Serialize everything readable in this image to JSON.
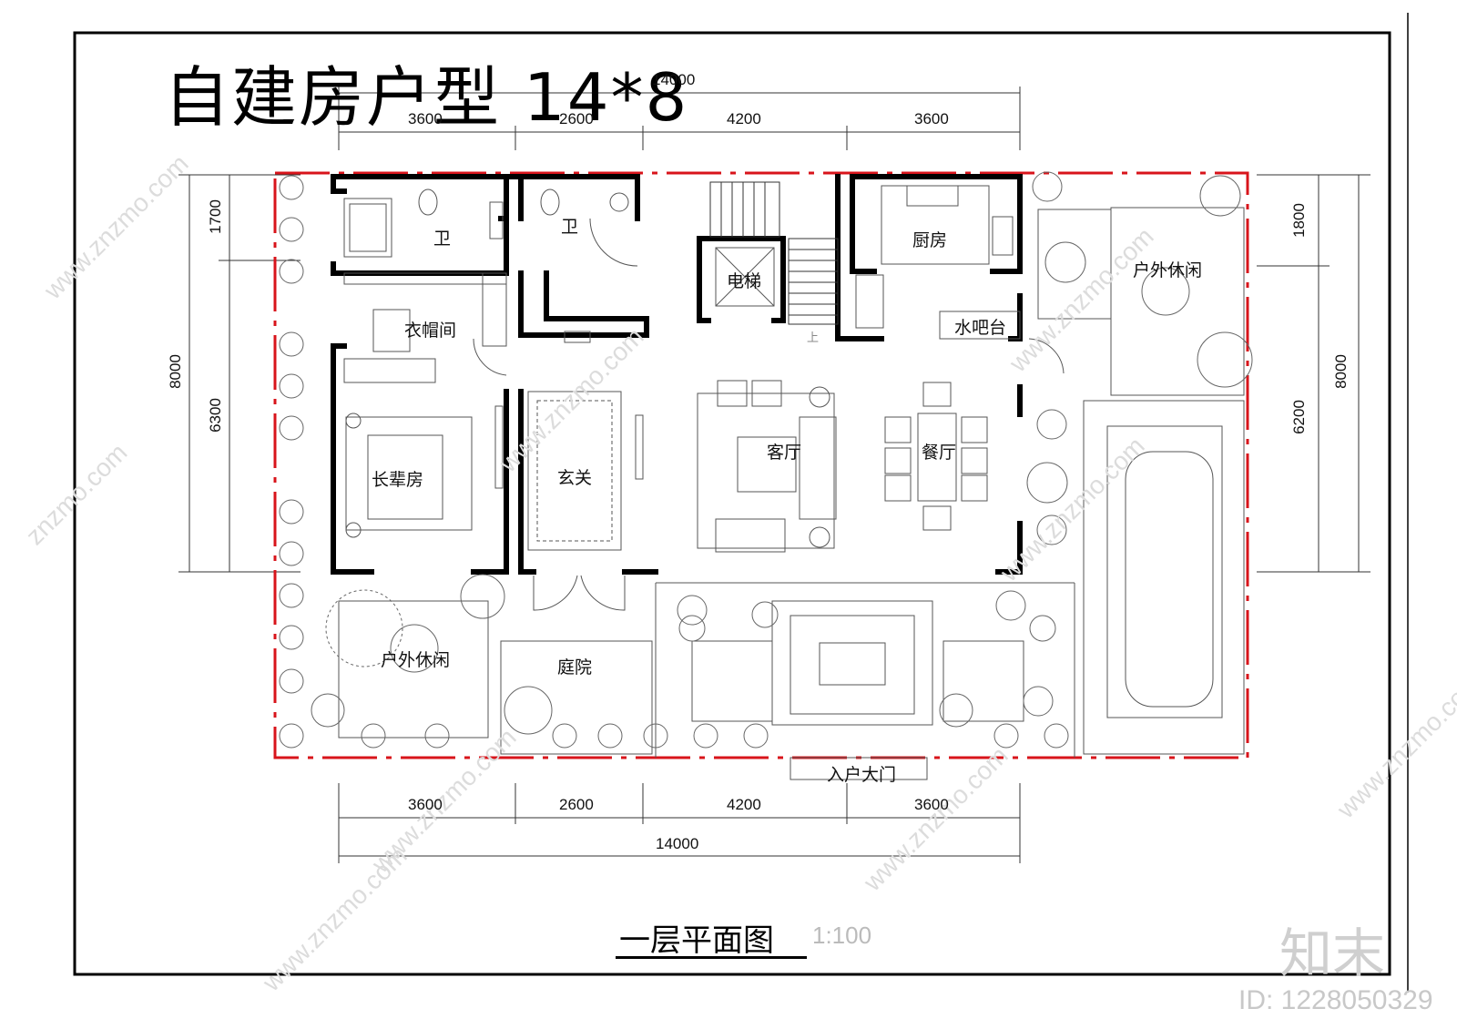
{
  "title": "自建房户型  14*8",
  "plan_name": "一层平面图",
  "scale": "1:100",
  "brand": "知末",
  "doc_id": "ID: 1228050329",
  "rooms": {
    "bath_left": "卫",
    "bath_mid": "卫",
    "elevator": "电梯",
    "kitchen": "厨房",
    "outdoor_right": "户外休闲",
    "wardrobe": "衣帽间",
    "bar": "水吧台",
    "stair_up": "上",
    "living": "客厅",
    "dining": "餐厅",
    "elder_room": "长辈房",
    "foyer": "玄关",
    "outdoor_left": "户外休闲",
    "courtyard": "庭院",
    "entrance_gate": "入户大门"
  },
  "dimensions": {
    "top_total": "14000",
    "top_segments": [
      "3600",
      "2600",
      "4200",
      "3600"
    ],
    "bottom_segments": [
      "3600",
      "2600",
      "4200",
      "3600"
    ],
    "bottom_total": "14000",
    "left_outer": "8000",
    "left_upper": "1700",
    "left_lower": "6300",
    "right_upper": "1800",
    "right_lower": "6200",
    "right_outer": "8000"
  },
  "colors": {
    "wall": "#000000",
    "boundary": "#d8141b",
    "line": "#555555",
    "watermark": "#d6d6d6"
  }
}
